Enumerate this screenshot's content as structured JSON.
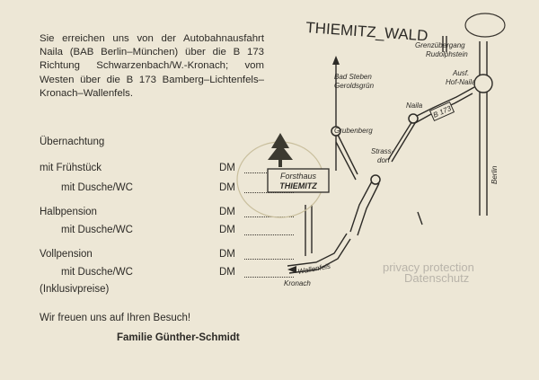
{
  "intro": {
    "text": "Sie erreichen uns von der Autobahnausfahrt Naila (BAB Berlin–München) über die B 173 Richtung Schwarzenbach/W.-Kronach; vom Westen über die B 173 Bamberg–Lichtenfels–Kronach–Wallenfels."
  },
  "rates": {
    "title": "Übernachtung",
    "rows": [
      {
        "label": "mit Frühstück",
        "currency": "DM"
      },
      {
        "label": "mit Dusche/WC",
        "currency": "DM"
      },
      {
        "label": "Halbpension",
        "currency": "DM"
      },
      {
        "label": "mit Dusche/WC",
        "currency": "DM"
      },
      {
        "label": "Vollpension",
        "currency": "DM"
      },
      {
        "label": "mit Dusche/WC",
        "currency": "DM"
      }
    ],
    "note": "(Inklusivpreise)"
  },
  "closing": "Wir freuen uns auf Ihren Besuch!",
  "family": "Familie Günther-Schmidt",
  "map": {
    "handwritten_title": "THIEMITZ_WALD",
    "labels": {
      "grenzubergang": "Grenzübergang",
      "rudolphstein": "Rudolphstein",
      "ausf": "Ausf.",
      "hof_naila": "Hof-Naila",
      "bad_steben": "Bad Steben",
      "geroldsgruen": "Geroldsgrün",
      "naila": "Naila",
      "b173": "B 173",
      "grubenberg": "Grubenberg",
      "strass": "Strass-",
      "dorf": "dorf",
      "berlin": "Berlin",
      "forsthaus": "Forsthaus",
      "thiemitz": "THIEMITZ",
      "wallenfels": "Wallenfels",
      "kronach": "Kronach"
    }
  },
  "watermark": {
    "line1": "privacy protection",
    "line2": "Datenschutz"
  }
}
